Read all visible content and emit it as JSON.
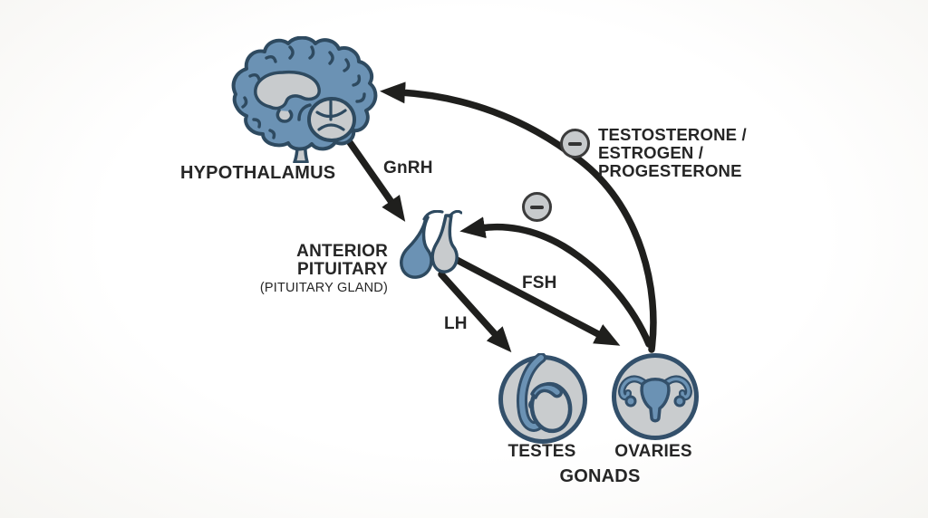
{
  "diagram_type": "negative-feedback endocrine axis diagram",
  "colors": {
    "organ_blue": "#6b92b4",
    "organ_gray": "#c8cbcd",
    "organ_outline": "#2e4a60",
    "arrow_black": "#1f1f1d",
    "text": "#262626",
    "badge_fill": "#c7cacc",
    "badge_outline": "#3b3b3b",
    "background": "#ffffff"
  },
  "nodes": {
    "hypothalamus": {
      "label": "HYPOTHALAMUS",
      "icon": "brain-icon"
    },
    "pituitary": {
      "label_line1": "ANTERIOR",
      "label_line2": "PITUITARY",
      "sublabel": "(PITUITARY GLAND)",
      "icon": "pituitary-gland-icon"
    },
    "testes": {
      "label": "TESTES",
      "icon": "testis-icon"
    },
    "ovaries": {
      "label": "OVARIES",
      "icon": "uterus-ovaries-icon"
    },
    "gonads_group": {
      "label": "GONADS"
    }
  },
  "hormone_arrows": {
    "gnrh": {
      "label": "GnRH",
      "from": "hypothalamus",
      "to": "anterior-pituitary"
    },
    "fsh": {
      "label": "FSH",
      "from": "anterior-pituitary",
      "to": "ovaries"
    },
    "lh": {
      "label": "LH",
      "from": "anterior-pituitary",
      "to": "testes"
    }
  },
  "feedback": {
    "sign": "negative",
    "minus_symbol": "−",
    "label_lines": [
      "TESTOSTERONE /",
      "ESTROGEN /",
      "PROGESTERONE"
    ],
    "arrows": [
      {
        "from": "gonads",
        "to": "hypothalamus"
      },
      {
        "from": "gonads",
        "to": "anterior-pituitary"
      }
    ]
  }
}
